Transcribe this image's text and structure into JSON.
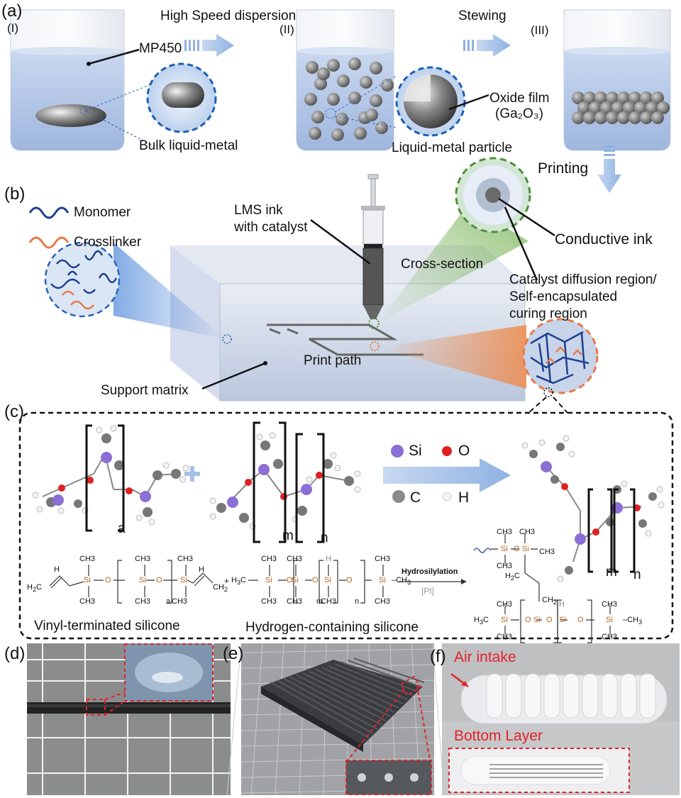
{
  "panels": {
    "a": {
      "tag": "(a)",
      "steps": [
        "(I)",
        "(II)",
        "(III)"
      ],
      "arrow1_label": "High Speed dispersion",
      "arrow2_label": "Stewing",
      "arrow3_label": "Printing",
      "mp450": "MP450",
      "bulk": "Bulk liquid-metal",
      "particle": "Liquid-metal particle",
      "oxide_line1": "Oxide film",
      "oxide_line2": "(Ga₂O₃)"
    },
    "b": {
      "tag": "(b)",
      "legend": [
        {
          "label": "Monomer",
          "color": "#1f3f8f"
        },
        {
          "label": "Crosslinker",
          "color": "#e8794a"
        }
      ],
      "ink_line1": "LMS ink",
      "ink_line2": "with catalyst",
      "cross_section": "Cross-section",
      "conductive_ink": "Conductive ink",
      "catalyst_line1": "Catalyst diffusion region/",
      "catalyst_line2": "Self-encapsulated",
      "catalyst_line3": "curing region",
      "print_path": "Print path",
      "support_matrix": "Support matrix"
    },
    "c": {
      "tag": "(c)",
      "atoms": [
        {
          "symbol": "Si",
          "color": "#8b6fd6"
        },
        {
          "symbol": "O",
          "color": "#e02020"
        },
        {
          "symbol": "C",
          "color": "#8a8a8a"
        },
        {
          "symbol": "H",
          "color": "#f2f2f2"
        }
      ],
      "plus": "+",
      "subscript_a": "a",
      "subscript_m": "m",
      "subscript_n": "n",
      "reaction_label": "Hydrosilylation",
      "catalyst_label": "[Pt]",
      "vinyl_label": "Vinyl-terminated silicone",
      "hydrogen_label": "Hydrogen-containing silicone",
      "ch3": "CH3",
      "si": "Si",
      "o": "O",
      "h": "H"
    },
    "d": {
      "tag": "(d)"
    },
    "e": {
      "tag": "(e)"
    },
    "f": {
      "tag": "(f)",
      "air_intake": "Air intake",
      "bottom_layer": "Bottom Layer"
    }
  },
  "colors": {
    "accent_blue": "#8fb7e3",
    "green": "#4f8f3a",
    "orange": "#e8794a",
    "red": "#e4222b"
  }
}
